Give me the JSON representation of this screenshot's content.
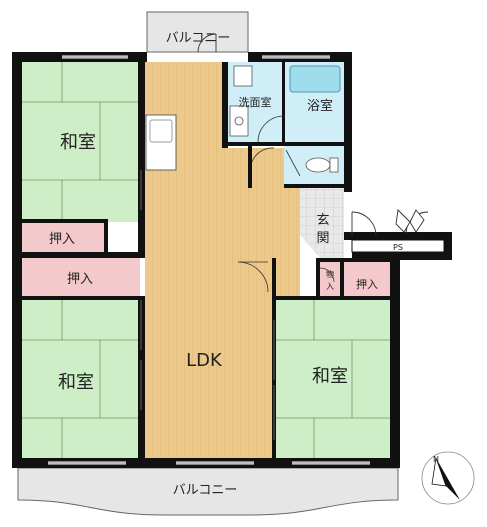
{
  "rooms": {
    "balcony_top": "バルコニー",
    "balcony_bottom": "バルコニー",
    "washroom": "洗面室",
    "bathroom": "浴室",
    "washitsu_left_top": "和室",
    "washitsu_left_bottom": "和室",
    "washitsu_right": "和室",
    "oshiire_1": "押入",
    "oshiire_2": "押入",
    "oshiire_3": "押入",
    "monoire": "物入",
    "entrance": "玄関",
    "ldk": "LDK",
    "ps": "PS"
  },
  "compass": {
    "north": "N"
  },
  "colors": {
    "tatami": "#cdeec6",
    "flooring": "#ecc98a",
    "oshiire": "#f4c9cc",
    "wet_area": "#cfeef8",
    "balcony": "#e6e6e6",
    "wall": "#111111"
  }
}
